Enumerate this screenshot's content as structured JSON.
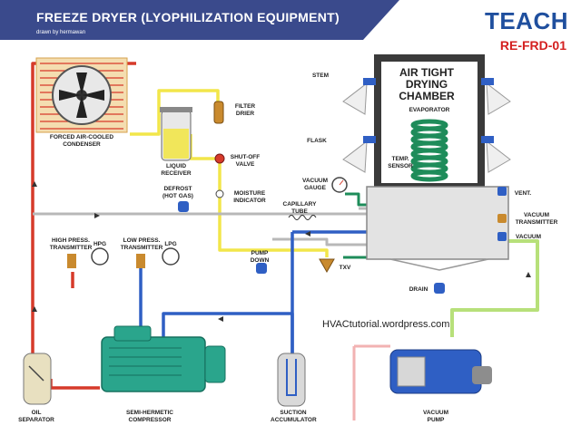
{
  "header": {
    "title": "FREEZE DRYER (LYOPHILIZATION EQUIPMENT)",
    "subtitle": "drawn by hermawan",
    "brand": "TEACH",
    "code": "RE-FRD-01"
  },
  "labels": {
    "condenser": "FORCED AIR-COOLED\nCONDENSER",
    "receiver": "LIQUID\nRECEIVER",
    "filter": "FILTER\nDRIER",
    "shutoff": "SHUT-OFF\nVALVE",
    "defrost": "DEFROST\n(HOT GAS)",
    "moisture": "MOISTURE\nINDICATOR",
    "capillary": "CAPILLARY\nTUBE",
    "pump_down": "PUMP\nDOWN",
    "txv": "TXV",
    "vacuum_gauge": "VACUUM\nGAUGE",
    "temp_sensor": "TEMP.\nSENSOR",
    "evaporator": "EVAPORATOR",
    "stem": "STEM",
    "flask": "FLASK",
    "vent": "VENT.",
    "vacuum_transmitter": "VACUUM\nTRANSMITTER",
    "vacuum": "VACUUM",
    "drain": "DRAIN",
    "high_press": "HIGH PRESS.\nTRANSMITTER",
    "hpg": "HPG",
    "low_press": "LOW PRESS.\nTRANSMITTER",
    "lpg": "LPG",
    "oil_sep": "OIL\nSEPARATOR",
    "compressor": "SEMI-HERMETIC\nCOMPRESSOR",
    "accumulator": "SUCTION\nACCUMULATOR",
    "vacuum_pump": "VACUUM\nPUMP"
  },
  "chamber": {
    "title": "AIR TIGHT\nDRYING\nCHAMBER"
  },
  "website": "HVACtutorial.wordpress.com",
  "colors": {
    "header_band": "#3a4a8c",
    "brand": "#1f4f9e",
    "code": "#d42020",
    "discharge": "#d63a2a",
    "liquid": "#f2e64a",
    "suction": "#2f5fc4",
    "gas_bypass": "#b8b8b8",
    "vacuum_line": "#b7e07a",
    "drain_line": "#f2b2b2",
    "chamber": "#3a3a3a",
    "evaporator": "#1e8c5a",
    "compressor": "#2aa58c"
  }
}
